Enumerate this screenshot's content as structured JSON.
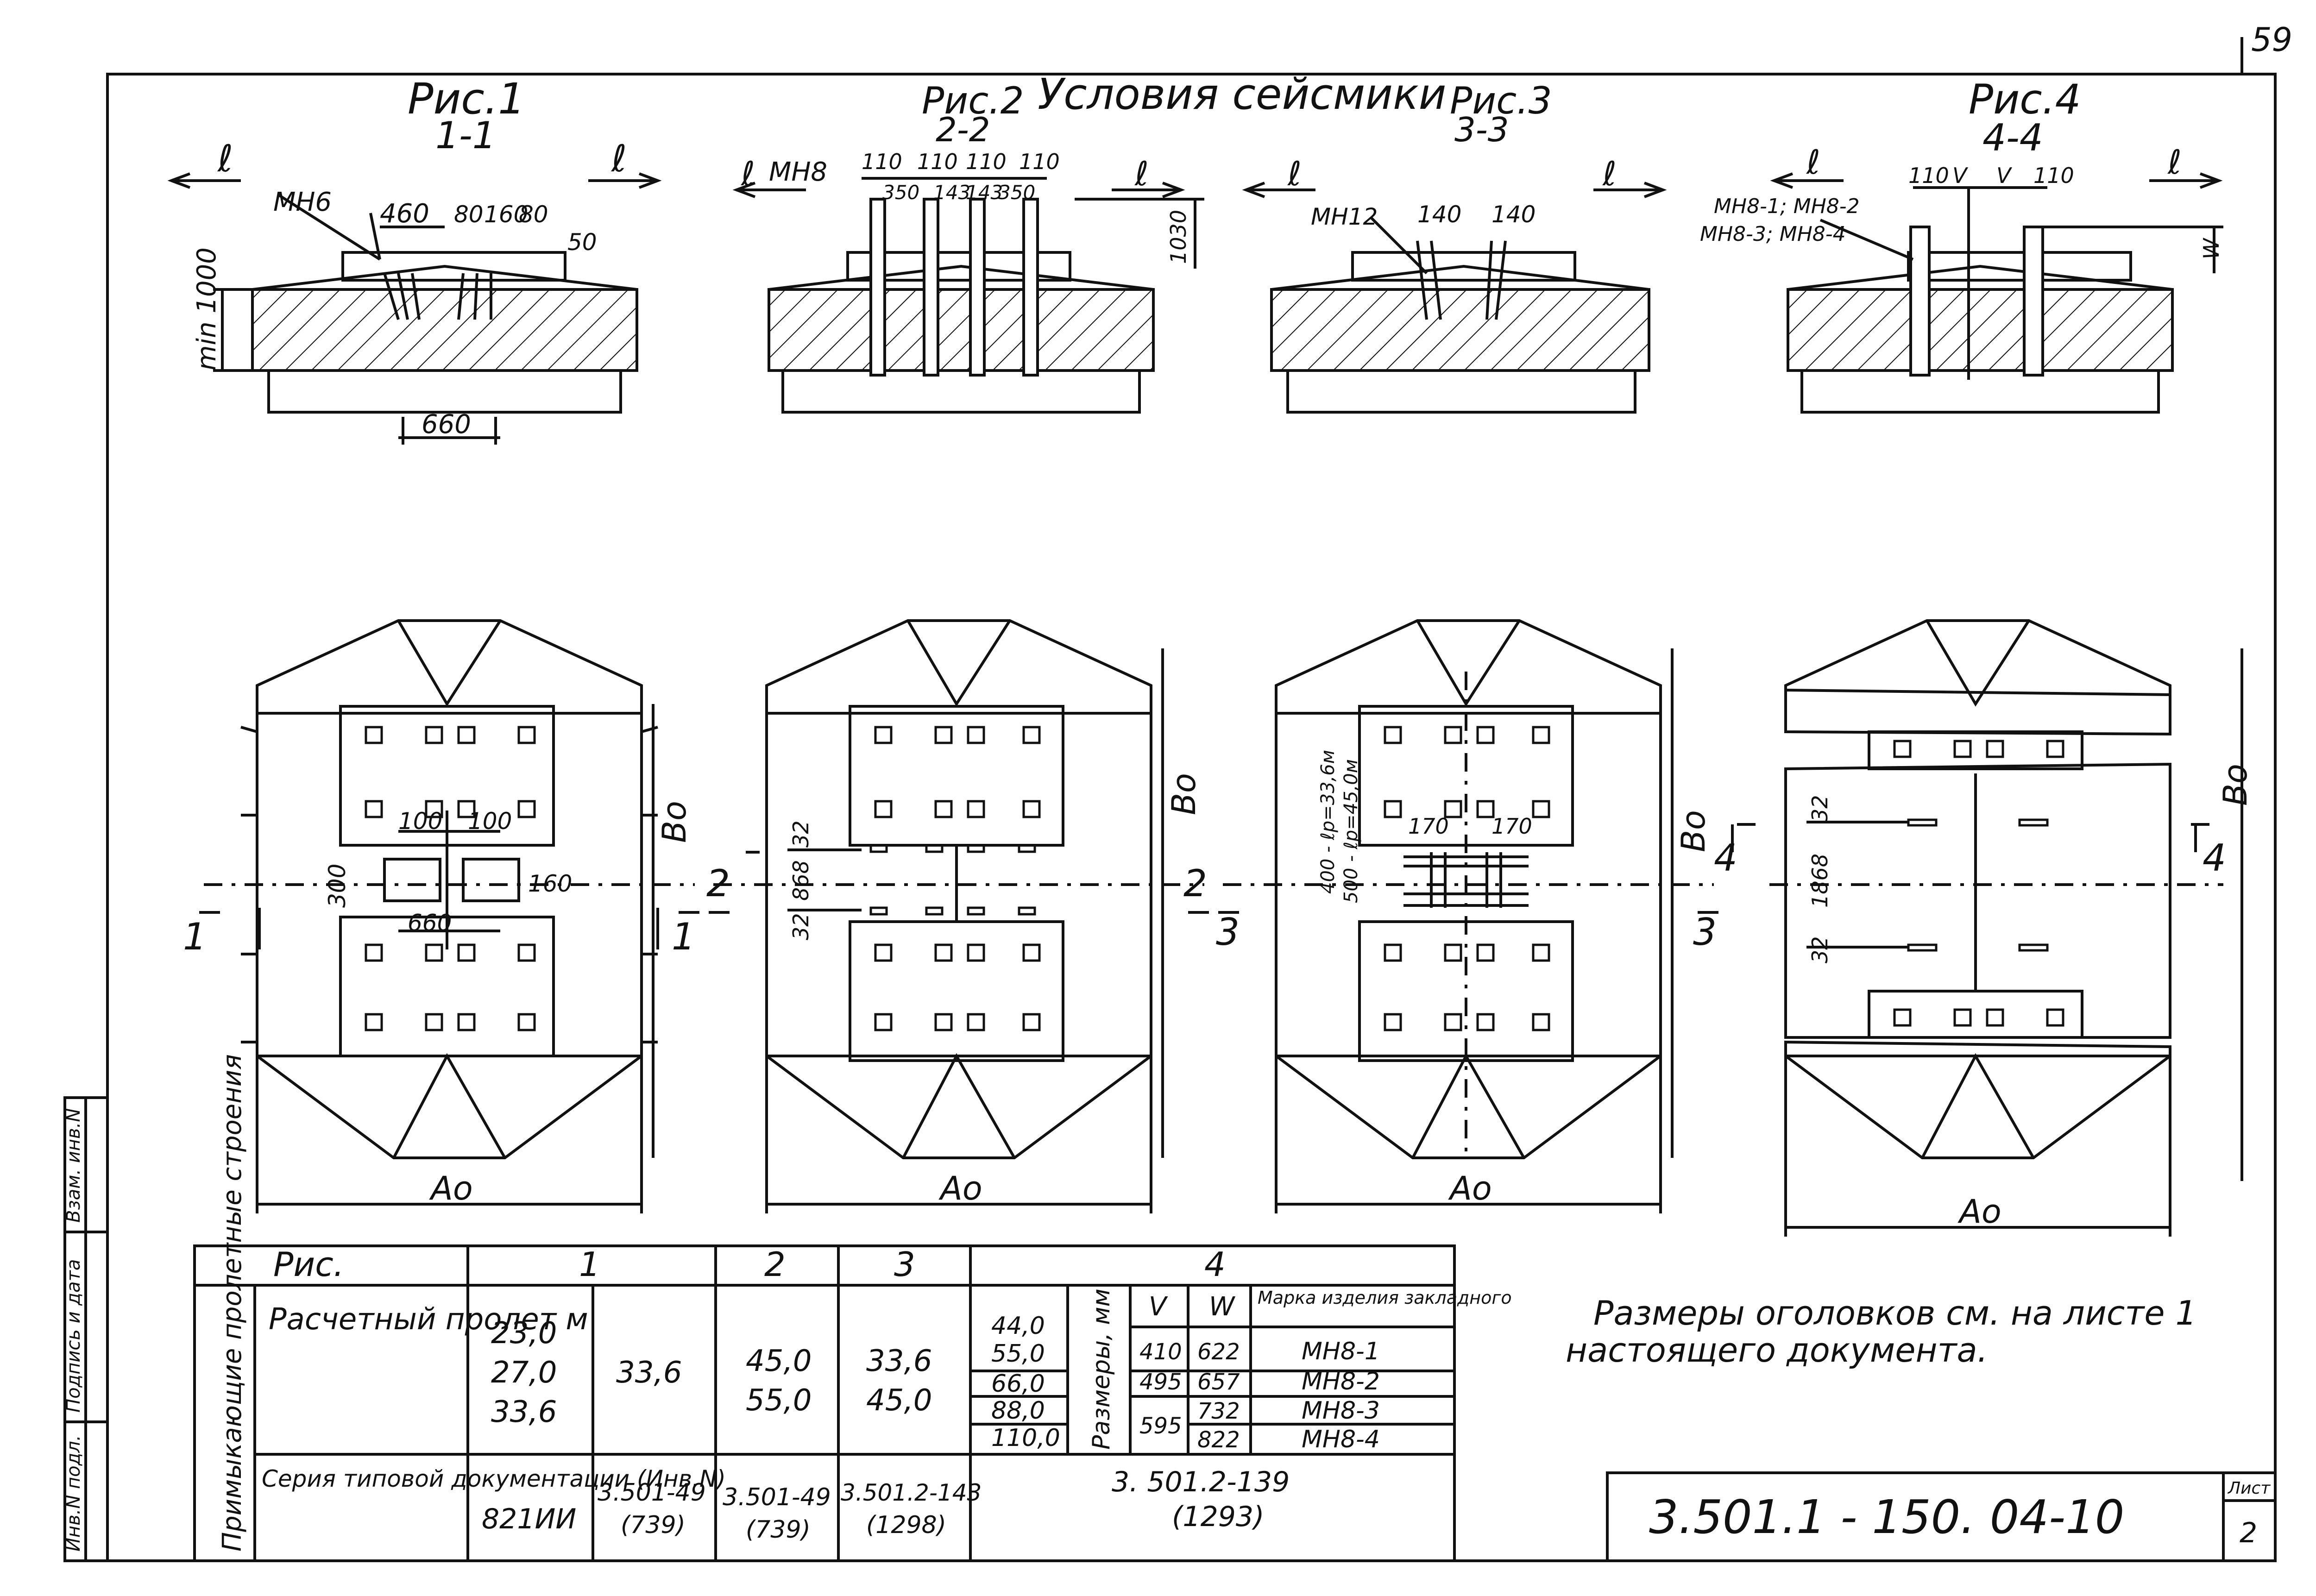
{
  "sheet_number_corner": "59",
  "header_title": "Условия сейсмики",
  "figures": [
    {
      "title": "Рис.1",
      "section": "1-1",
      "embedded": "МН6",
      "dims": {
        "a": "460",
        "b": "80",
        "c": "160",
        "d": "80",
        "e": "50",
        "height": "min 1000",
        "spacing": "660"
      },
      "plan": {
        "d100a": "100",
        "d100b": "100",
        "d300": "300",
        "d160": "160",
        "d660": "660"
      },
      "cut_label": "1",
      "bo": "Во",
      "ao": "Ао"
    },
    {
      "title": "Рис.2",
      "section": "2-2",
      "embedded": "МН8",
      "dims": {
        "t1": "110",
        "t2": "110",
        "t3": "110",
        "t4": "110",
        "s1": "350",
        "s2": "143",
        "s3": "143",
        "s4": "350",
        "height": "1030"
      },
      "plan": {
        "d32a": "32",
        "d868": "868",
        "d32b": "32"
      },
      "cut_label": "2",
      "bo": "Во",
      "ao": "Ао"
    },
    {
      "title": "Рис.3",
      "section": "3-3",
      "embedded": "МН12",
      "dims": {
        "a": "140",
        "b": "140"
      },
      "plan": {
        "e1": "400 - ℓр=33,6м",
        "e2": "500 - ℓр=45,0м",
        "d170a": "170",
        "d170b": "170"
      },
      "cut_label": "3",
      "bo": "Во",
      "ao": "Ао"
    },
    {
      "title": "Рис.4",
      "section": "4-4",
      "embedded": "МН8-1; МН8-2",
      "embedded2": "МН8-3; МН8-4",
      "dims": {
        "a": "110",
        "v1": "V",
        "v2": "V",
        "b": "110",
        "w": "W"
      },
      "plan": {
        "d32a": "32",
        "d1868": "1868",
        "d32b": "32"
      },
      "cut_label": "4",
      "bo": "Во",
      "ao": "Ао"
    }
  ],
  "span_marker": "ℓ",
  "table": {
    "head_ris": "Рис.",
    "cols": [
      "1",
      "2",
      "3",
      "4"
    ],
    "side_label": "Примыкающие пролетные строения",
    "row1_label": "Расчетный пролет м",
    "row1": {
      "c1a": [
        "23,0",
        "27,0",
        "33,6"
      ],
      "c1b": "33,6",
      "c2": [
        "45,0",
        "55,0"
      ],
      "c3": [
        "33,6",
        "45,0"
      ],
      "c4_spans": [
        "44,0",
        "55,0",
        "66,0",
        "88,0",
        "110,0"
      ],
      "c4_sizes_label": "Размеры, мм",
      "c4_v_head": "V",
      "c4_w_head": "W",
      "c4_mark_head": "Марка изделия закладного",
      "c4_v": [
        "410",
        "495",
        "595"
      ],
      "c4_w": [
        "622",
        "657",
        "732",
        "822"
      ],
      "c4_marks": [
        "МН8-1",
        "МН8-2",
        "МН8-3",
        "МН8-4"
      ]
    },
    "row2_label": "Серия типовой документации (Инв.N)",
    "row2": {
      "c1a": "821ИИ",
      "c1b": [
        "3.501-49",
        "(739)"
      ],
      "c2": [
        "3.501-49",
        "(739)"
      ],
      "c3": [
        "3.501.2-143",
        "(1298)"
      ],
      "c4": [
        "3. 501.2-139",
        "(1293)"
      ]
    }
  },
  "note": [
    "Размеры оголовков см. на листе 1",
    "настоящего документа."
  ],
  "doc_code": "3.501.1 - 150. 04-10",
  "sheet_label": "Лист",
  "sheet_value": "2",
  "side_stamp": [
    "Взам. инв.N",
    "Подпись и дата",
    "Инв.N подл."
  ]
}
